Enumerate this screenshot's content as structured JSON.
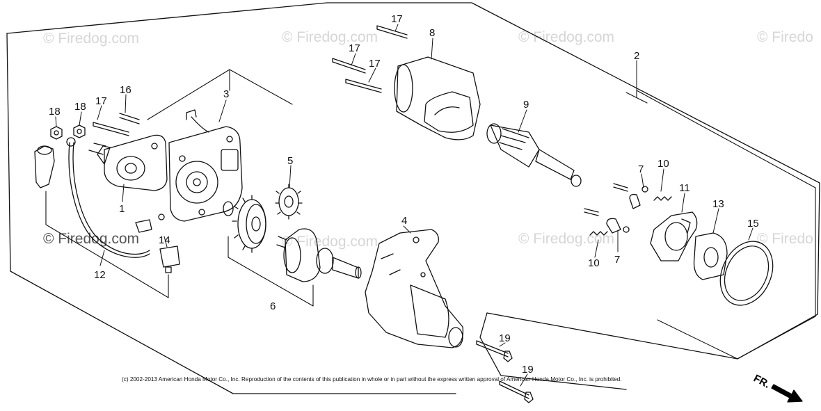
{
  "watermarks": [
    "© Firedog.com",
    "© Firedog.com",
    "© Firedog.com",
    "© Firedo",
    "© Firedog.com",
    "© Firedog.com",
    "© Firedog.com",
    "© Firedo"
  ],
  "callouts": {
    "c1": "1",
    "c2": "2",
    "c3": "3",
    "c4": "4",
    "c5": "5",
    "c6": "6",
    "c7a": "7",
    "c7b": "7",
    "c8": "8",
    "c9": "9",
    "c10a": "10",
    "c10b": "10",
    "c11": "11",
    "c12": "12",
    "c13": "13",
    "c14": "14",
    "c15": "15",
    "c16": "16",
    "c17a": "17",
    "c17b": "17",
    "c17c": "17",
    "c17d": "17",
    "c18a": "18",
    "c18b": "18",
    "c19a": "19",
    "c19b": "19"
  },
  "copyright": "(c) 2002-2013 American Honda Motor Co., Inc. Reproduction of the contents of this publication in whole or in part without the express written approval of American Honda Motor Co., Inc. is prohibited.",
  "direction_label": "FR."
}
